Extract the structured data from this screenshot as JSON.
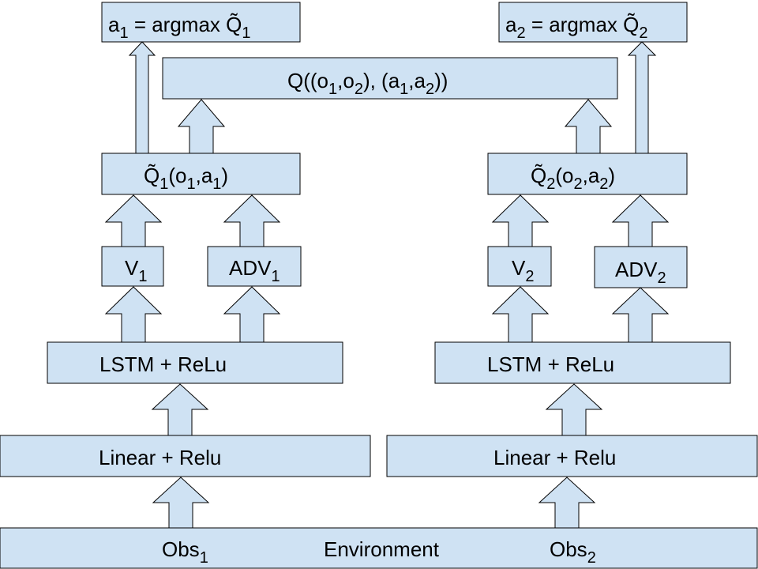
{
  "nodes": {
    "action1": {
      "text": "a",
      "sub": "1",
      "text2": " = argmax Q̃",
      "sub2": "1"
    },
    "action2": {
      "text": "a",
      "sub": "2",
      "text2": " = argmax Q̃",
      "sub2": "2"
    },
    "joint_q": {
      "p1": "Q((o",
      "s1": "1",
      "p2": ",o",
      "s2": "2",
      "p3": "), (a",
      "s3": "1",
      "p4": ",a",
      "s4": "2",
      "p5": "))"
    },
    "q1": {
      "p1": "Q̃",
      "s1": "1",
      "p2": "(o",
      "s2": "1",
      "p3": ",a",
      "s3": "1",
      "p4": ")"
    },
    "q2": {
      "p1": "Q̃",
      "s1": "2",
      "p2": "(o",
      "s2": "2",
      "p3": ",a",
      "s3": "2",
      "p4": ")"
    },
    "v1": {
      "text": "V",
      "sub": "1"
    },
    "adv1": {
      "text": "ADV",
      "sub": "1"
    },
    "v2": {
      "text": "V",
      "sub": "2"
    },
    "adv2": {
      "text": "ADV",
      "sub": "2"
    },
    "lstm1": {
      "text": "LSTM + ReLu"
    },
    "lstm2": {
      "text": "LSTM + ReLu"
    },
    "linear1": {
      "text": "Linear + Relu"
    },
    "linear2": {
      "text": "Linear + Relu"
    },
    "environment": {
      "obs1": "Obs",
      "obs1_sub": "1",
      "label": "Environment",
      "obs2": "Obs",
      "obs2_sub": "2"
    }
  },
  "colors": {
    "box_fill": "#cfe2f3",
    "stroke": "#000000"
  }
}
